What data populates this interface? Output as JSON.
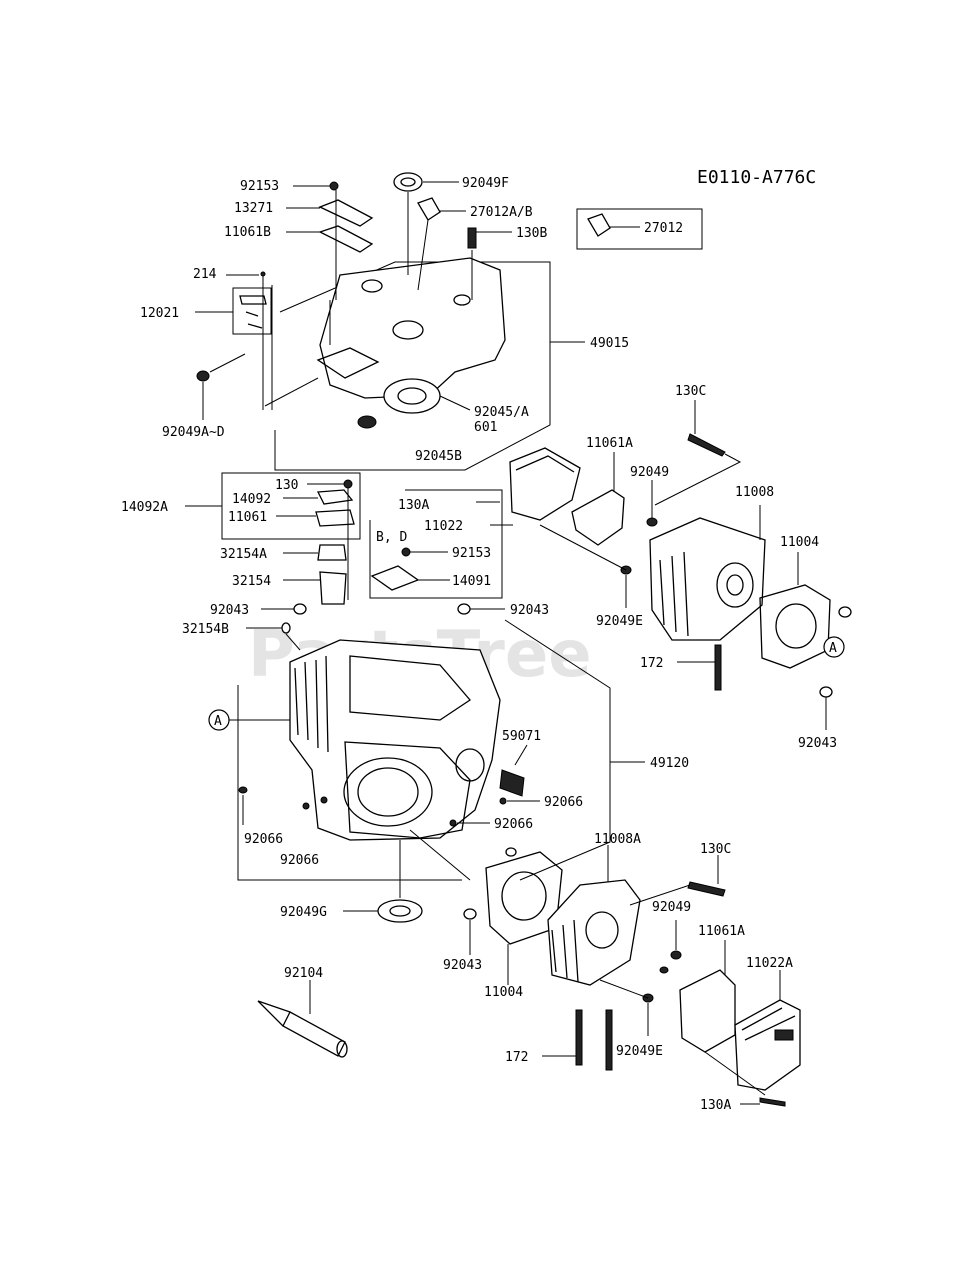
{
  "diagram_code": "E0110-A776C",
  "watermark": "PartsTree",
  "callout_letter": "A",
  "labels": {
    "p92153_top": "92153",
    "p13271": "13271",
    "p11061B": "11061B",
    "p214": "214",
    "p12021": "12021",
    "p92049A_D": "92049A~D",
    "p92049F": "92049F",
    "p27012AB": "27012A/B",
    "p130B": "130B",
    "p27012": "27012",
    "p49015": "49015",
    "p92045A": "92045/A",
    "p601": "601",
    "p92045B": "92045B",
    "p14092A": "14092A",
    "p130": "130",
    "p14092": "14092",
    "p11061": "11061",
    "p32154A": "32154A",
    "p32154": "32154",
    "p92043_l": "92043",
    "p32154B": "32154B",
    "p130A_mid": "130A",
    "p11022": "11022",
    "pBD": "B, D",
    "p92153_mid": "92153",
    "p14091": "14091",
    "p92043_c": "92043",
    "p130C_top": "130C",
    "p11061A_top": "11061A",
    "p92049_top": "92049",
    "p11008": "11008",
    "p11004_top": "11004",
    "p92049E_top": "92049E",
    "p172_top": "172",
    "p92043_r": "92043",
    "p59071": "59071",
    "p49120": "49120",
    "p92066_a": "92066",
    "p92066_b": "92066",
    "p92066_c": "92066",
    "p92066_d": "92066",
    "p92049G": "92049G",
    "p11008A": "11008A",
    "p130C_bot": "130C",
    "p92049_bot": "92049",
    "p11061A_bot": "11061A",
    "p11022A": "11022A",
    "p92043_b": "92043",
    "p11004_bot": "11004",
    "p92104": "92104",
    "p172_bot": "172",
    "p92049E_bot": "92049E",
    "p130A_bot": "130A"
  }
}
